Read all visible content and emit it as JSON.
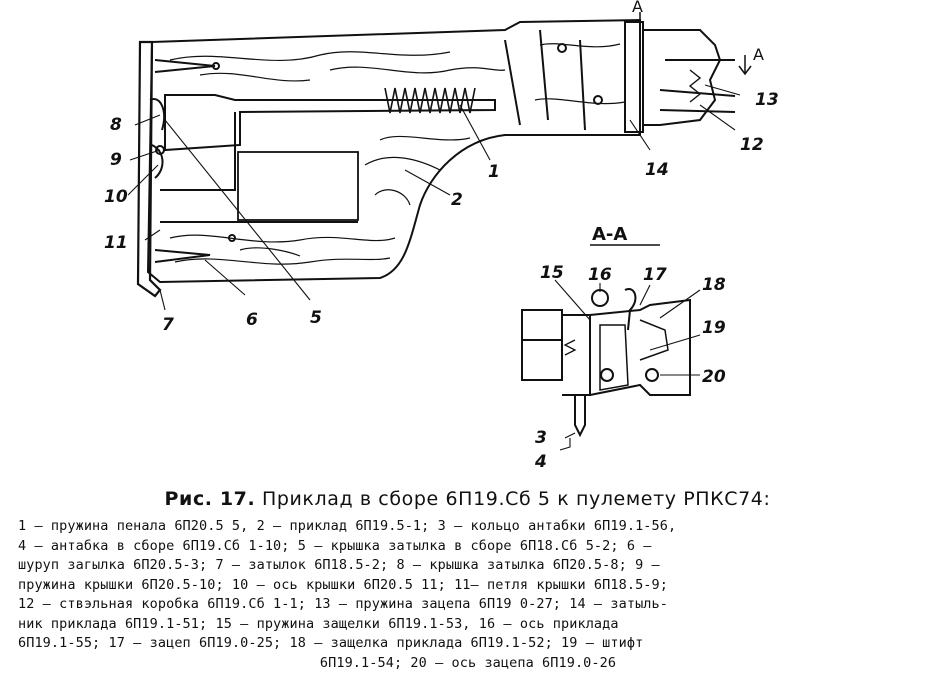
{
  "figure": {
    "labels": {
      "n1": "1",
      "n2": "2",
      "n3": "3",
      "n4": "4",
      "n5": "5",
      "n6": "6",
      "n7": "7",
      "n8": "8",
      "n9": "9",
      "n10": "10",
      "n11": "11",
      "n12": "12",
      "n13": "13",
      "n14": "14",
      "n15": "15",
      "n16": "16",
      "n17": "17",
      "n18": "18",
      "n19": "19",
      "n20": "20"
    },
    "section_marker_top": "A",
    "section_marker_right": "A",
    "section_title": "А-А"
  },
  "caption": {
    "fig_label": "Рис. 17.",
    "title": "Приклад в сборе 6П19.Сб 5 к пулемету РПКС74:"
  },
  "legend": {
    "lines": [
      "1 — пружина пенала 6П20.5 5, 2 — приклад 6П19.5-1; 3 — кольцо антабки 6П19.1-56,",
      "4 — антабка в сборе 6П19.Сб 1-10; 5 — крышка затылка в сборе 6П18.Сб 5-2; 6 —",
      "шуруп загылка 6П20.5-3; 7 — затылок 6П18.5-2; 8 — крышка затылка 6П20.5-8; 9 —",
      "пружина крышки 6П20.5-10; 10 — ось крышки 6П20.5 11; 11— петля крышки 6П18.5-9;",
      "12 — ствэльная коробка 6П19.Сб 1-1; 13 — пружина зацепа 6П19 0-27; 14 — затыль-",
      "ник приклада 6П19.1-51; 15 — пружина защелки 6П19.1-53, 16 — ось приклада",
      "6П19.1-55; 17 — зацеп 6П19.0-25; 18 — защелка приклада 6П19.1-52; 19 — штифт",
      "6П19.1-54; 20 — ось зацепа 6П19.0-26"
    ]
  }
}
